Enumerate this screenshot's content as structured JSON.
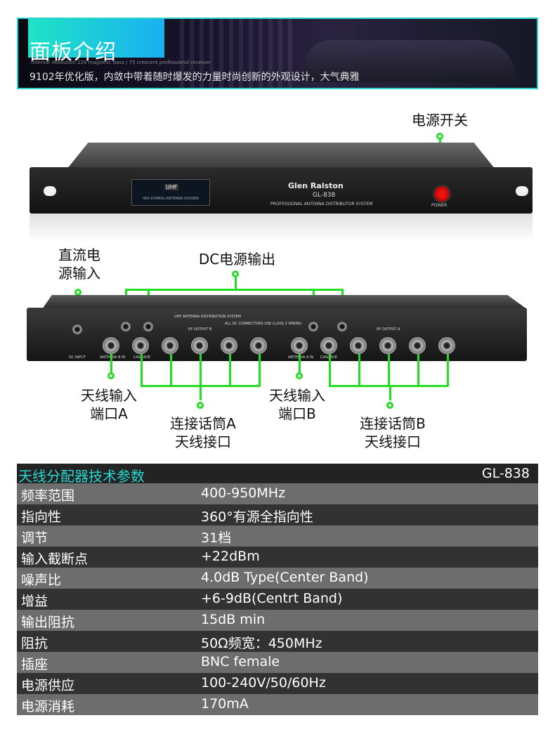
{
  "banner": {
    "title": "面板介绍",
    "fine_print": "Internal resolution 220 magnetic bass / 75 crescent professional receiver",
    "subtitle": "9102年优化版，内敛中带着随时爆发的力量时尚创新的外观设计，大气典雅"
  },
  "front_panel": {
    "callout_power": "电源开关",
    "display_brand": "UHF",
    "display_text": "450-970MHz ANTENNA DIVIDER",
    "brand": "Glen Ralston",
    "model": "GL-838",
    "system_text": "PROFESSIONAL ANTENNA DISTRIBUTOR SYSTEM",
    "power_label": "POWER"
  },
  "back_panel": {
    "callout_dc_in_line1": "直流电",
    "callout_dc_in_line2": "源输入",
    "callout_dc_out": "DC电源输出",
    "callout_ant_a_line1": "天线输入",
    "callout_ant_a_line2": "端口A",
    "callout_ant_b_line1": "天线输入",
    "callout_ant_b_line2": "端口B",
    "callout_out_a_line1": "连接话筒A",
    "callout_out_a_line2": "天线接口",
    "callout_out_b_line1": "连接话筒B",
    "callout_out_b_line2": "天线接口",
    "panel_title": "UHF ANTENNA DISTRIBUTION SYSTEM",
    "rf_out_b": "RF OUTPUT B",
    "rf_out_a": "RF OUTPUT A",
    "dc_input": "DC INPUT",
    "antenna_b_in": "ANTENNA B IN",
    "antenna_a_in": "ANTENNA A IN",
    "cascade": "CASCADE",
    "dc_note": "ALL DC CONNECTORS USE CLASS 2 WIRING"
  },
  "specs": {
    "title": "天线分配器技术参数",
    "model": "GL-838",
    "rows": [
      {
        "key": "频率范围",
        "value": "400-950MHz"
      },
      {
        "key": "指向性",
        "value": "360°有源全指向性"
      },
      {
        "key": "调节",
        "value": "31档"
      },
      {
        "key": "输入截断点",
        "value": "+22dBm"
      },
      {
        "key": "噪声比",
        "value": "4.0dB Type(Center Band)"
      },
      {
        "key": "增益",
        "value": "+6-9dB(Centrt Band)"
      },
      {
        "key": "输出阻抗",
        "value": "15dB min"
      },
      {
        "key": "阻抗",
        "value": "50Ω频宽：450MHz"
      },
      {
        "key": "插座",
        "value": "BNC female"
      },
      {
        "key": "电源供应",
        "value": "100-240V/50/60Hz"
      },
      {
        "key": "电源消耗",
        "value": "170mA"
      }
    ]
  },
  "colors": {
    "accent_teal": "#28d7cf",
    "callout_green": "#22dd22",
    "row_light": "#6d6d6d",
    "row_dark": "#323232"
  }
}
